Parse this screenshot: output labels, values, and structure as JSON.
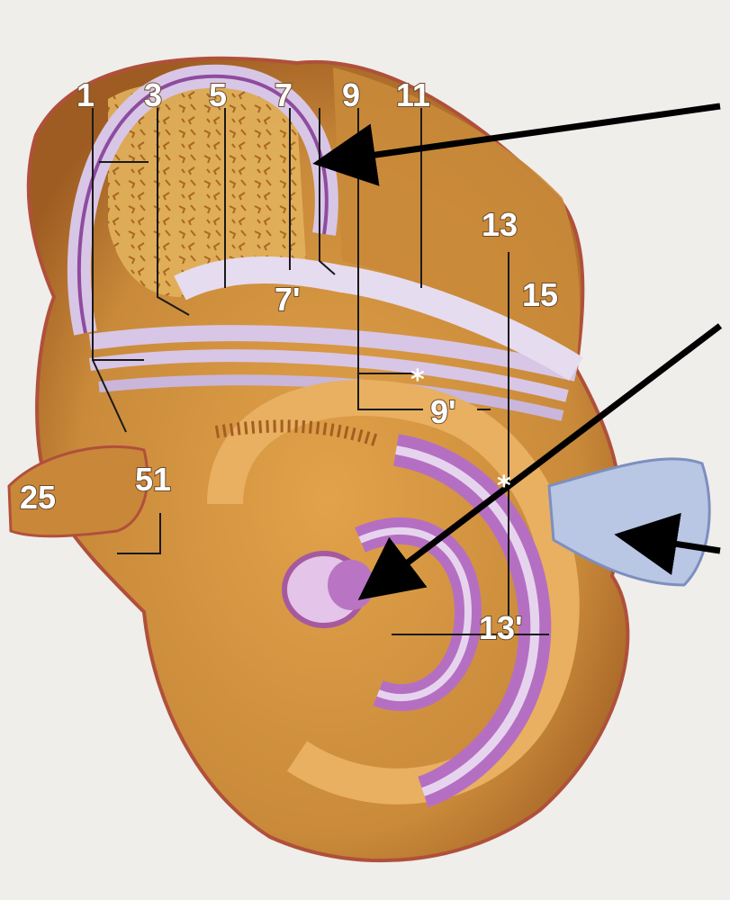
{
  "labels": {
    "l1": "1",
    "l3": "3",
    "l5": "5",
    "l7": "7",
    "l9": "9",
    "l11": "11",
    "l13": "13",
    "l15": "15",
    "l7p": "7'",
    "l9p": "9'",
    "l13p": "13'",
    "l25": "25",
    "l51": "51"
  },
  "markers": {
    "star": "*"
  },
  "colors": {
    "bone": "#c98a3a",
    "bone_dark": "#a8641f",
    "membrane": "#d8c6e6",
    "membrane_dark": "#9b5fa8",
    "background": "#f1f1ef",
    "arrow": "#000000"
  },
  "icons": {
    "pointer": "arrow-icon"
  }
}
